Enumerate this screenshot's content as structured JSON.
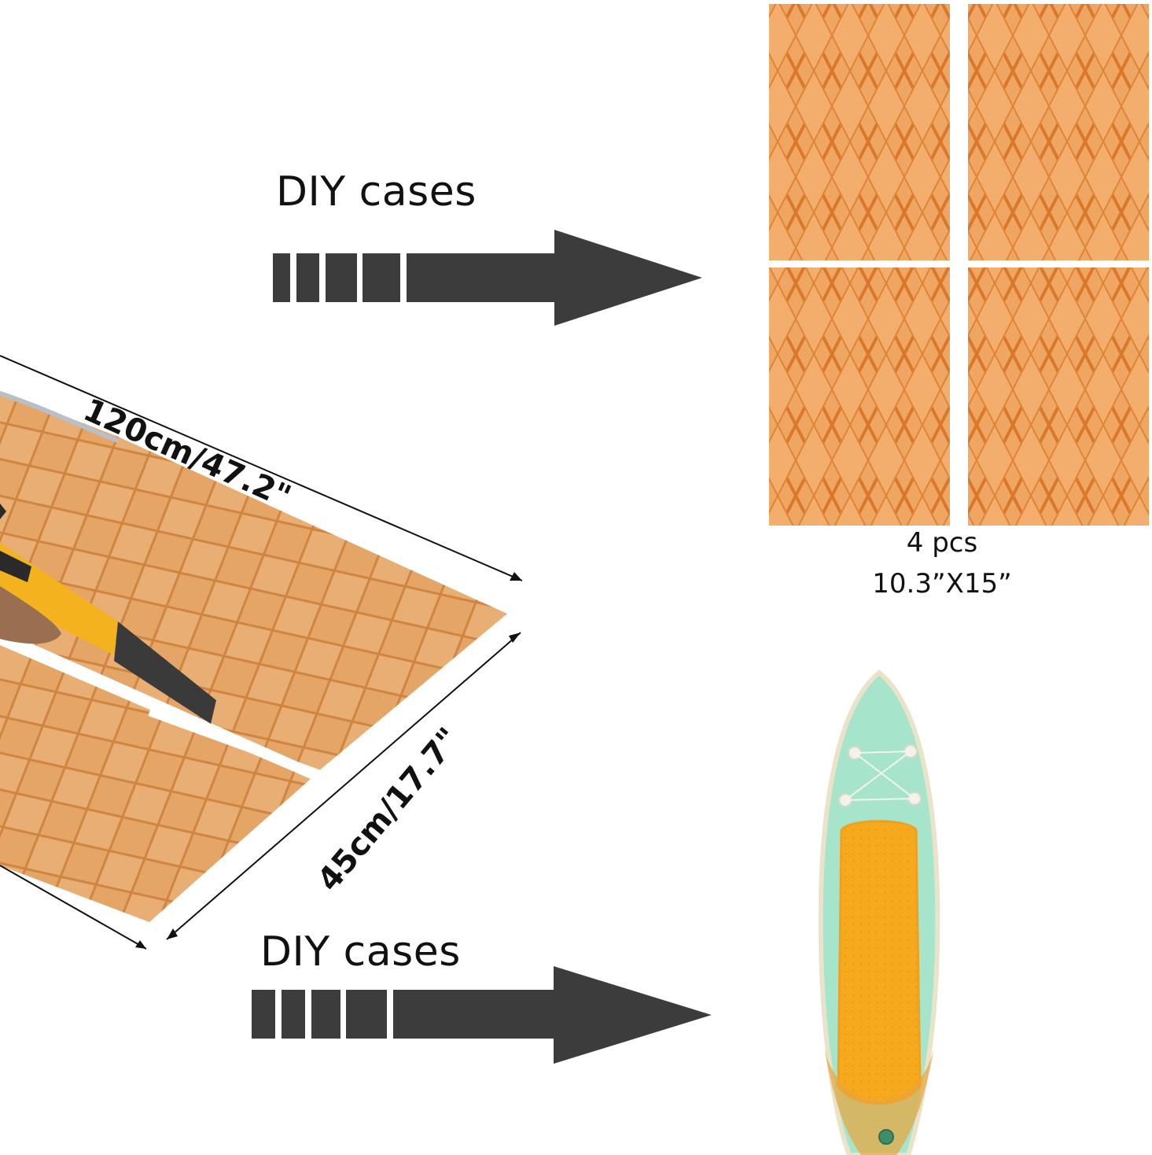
{
  "arrows": {
    "top_label": "DIY cases",
    "bottom_label": "DIY cases"
  },
  "sheet": {
    "length_label": "120cm/47.2\"",
    "width_label": "45cm/17.7\""
  },
  "pads": {
    "count_label": "4 pcs",
    "size_label": "10.3”X15”"
  },
  "colors": {
    "pad_orange": "#E98C3A",
    "sheet_tan": "#E0A15E",
    "arrow_gray": "#3C3C3C",
    "board_mint": "#9FE0C4",
    "board_pad_yellow": "#F5A623"
  }
}
